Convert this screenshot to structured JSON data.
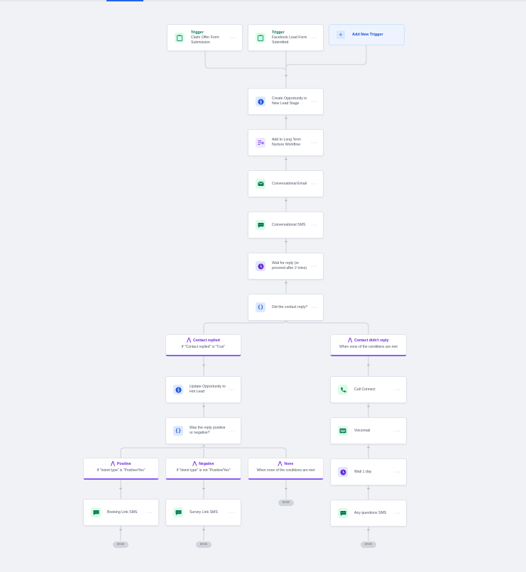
{
  "triggers": [
    {
      "title": "Trigger",
      "label": "Claim Offer Form Submission",
      "icon": "form-icon"
    },
    {
      "title": "Trigger",
      "label": "Facebook Lead Form Submitted",
      "icon": "form-icon"
    }
  ],
  "add_trigger": {
    "label": "Add New Trigger",
    "plus": "+"
  },
  "actions": {
    "create_opportunity": "Create Opportunity in New Lead Stage",
    "long_term_nurture": "Add to Long Term Nurture Workflow",
    "conversational_email": "Conversational Email",
    "conversational_sms": "Conversational SMS",
    "wait_for_reply": "Wait for reply (or proceed after 2 mins)",
    "did_contact_reply": "Did the contact reply?",
    "update_opportunity": "Update Opportunity to Hot Lead",
    "reply_positive": "Was the reply positive or negative?",
    "call_connect": "Call Connect",
    "voicemail": "Voicemail",
    "wait_1_day": "Wait 1 day",
    "booking_link_sms": "Booking Link SMS",
    "survey_link_sms": "Survey Link SMS",
    "any_questions_sms": "Any questions SMS"
  },
  "branches": {
    "contact_replied": {
      "title": "Contact replied",
      "sub": "If \"Contact replied\" is \"True\""
    },
    "contact_didnt_reply": {
      "title": "Contact didn't reply",
      "sub": "When none of the conditions are met"
    },
    "positive": {
      "title": "Positive",
      "sub": "If \"intent type\" is \"Positive/Yes\""
    },
    "negative": {
      "title": "Negative",
      "sub": "If \"intent type\" is not \"Positive/Yes\""
    },
    "none": {
      "title": "None",
      "sub": "When none of the conditions are met"
    }
  },
  "ui": {
    "more": "···",
    "plus": "+",
    "end": "END",
    "branch_icon": "⋀"
  }
}
